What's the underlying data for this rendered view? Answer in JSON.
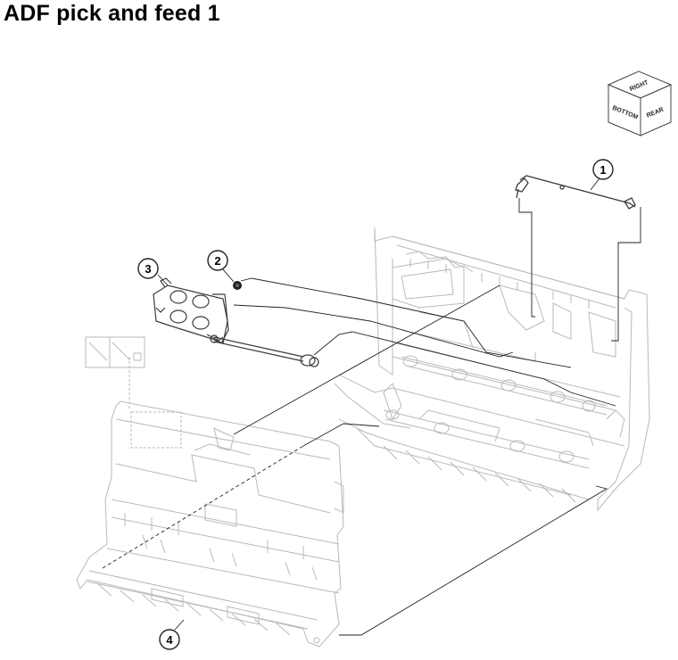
{
  "title": "ADF pick and feed 1",
  "callouts": [
    {
      "id": "1",
      "label": "1"
    },
    {
      "id": "2",
      "label": "2"
    },
    {
      "id": "3",
      "label": "3"
    },
    {
      "id": "4",
      "label": "4"
    }
  ],
  "orientation_cube": {
    "top": "RIGHT",
    "left": "BOTTOM",
    "right": "REAR"
  },
  "colors": {
    "part_outline": "#b9b9b9",
    "highlight_outline": "#3c3c3c",
    "leader_line": "#222222"
  }
}
